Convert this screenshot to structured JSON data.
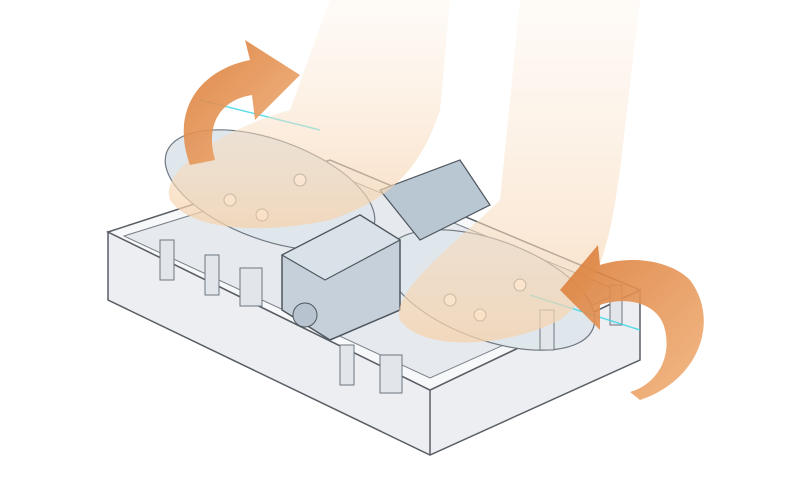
{
  "colors": {
    "background": "#ffffff",
    "tray_fill": "#f3f4f6",
    "tray_stroke": "#5a5f66",
    "mechanism": "#b9c7d3",
    "arrow": "#e58a45",
    "foot": "#f7dcc0",
    "beam": "#38d6e6"
  },
  "illustration": {
    "subject": "foot-massager-mechanism",
    "parts": [
      "tray",
      "left-roller",
      "right-roller",
      "motor",
      "feet",
      "rotation-arrow-left",
      "rotation-arrow-right"
    ]
  }
}
